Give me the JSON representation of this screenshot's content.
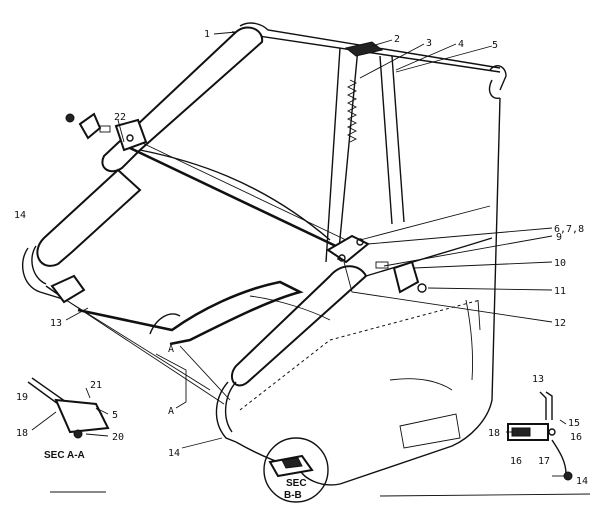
{
  "callouts": [
    {
      "id": "c1",
      "text": "1"
    },
    {
      "id": "c2",
      "text": "2"
    },
    {
      "id": "c3",
      "text": "3"
    },
    {
      "id": "c4",
      "text": "4"
    },
    {
      "id": "c5",
      "text": "5"
    },
    {
      "id": "c678",
      "text": "6,7,8"
    },
    {
      "id": "c9",
      "text": "9"
    },
    {
      "id": "c10",
      "text": "10"
    },
    {
      "id": "c11",
      "text": "11"
    },
    {
      "id": "c12",
      "text": "12"
    },
    {
      "id": "c13a",
      "text": "13"
    },
    {
      "id": "c14a",
      "text": "14"
    },
    {
      "id": "c14b",
      "text": "14"
    },
    {
      "id": "c22",
      "text": "22"
    },
    {
      "id": "cA1",
      "text": "A"
    },
    {
      "id": "cA2",
      "text": "A"
    },
    {
      "id": "c19",
      "text": "19"
    },
    {
      "id": "c21",
      "text": "21"
    },
    {
      "id": "c5b",
      "text": "5"
    },
    {
      "id": "c18a",
      "text": "18"
    },
    {
      "id": "c20",
      "text": "20"
    },
    {
      "id": "c13b",
      "text": "13"
    },
    {
      "id": "c15",
      "text": "15"
    },
    {
      "id": "c16a",
      "text": "16"
    },
    {
      "id": "c18b",
      "text": "18"
    },
    {
      "id": "c16b",
      "text": "16"
    },
    {
      "id": "c17",
      "text": "17"
    },
    {
      "id": "c14c",
      "text": "14"
    }
  ],
  "sections": {
    "sec_aa": "SEC A-A",
    "sec_bb_1": "SEC",
    "sec_bb_2": "B-B"
  }
}
